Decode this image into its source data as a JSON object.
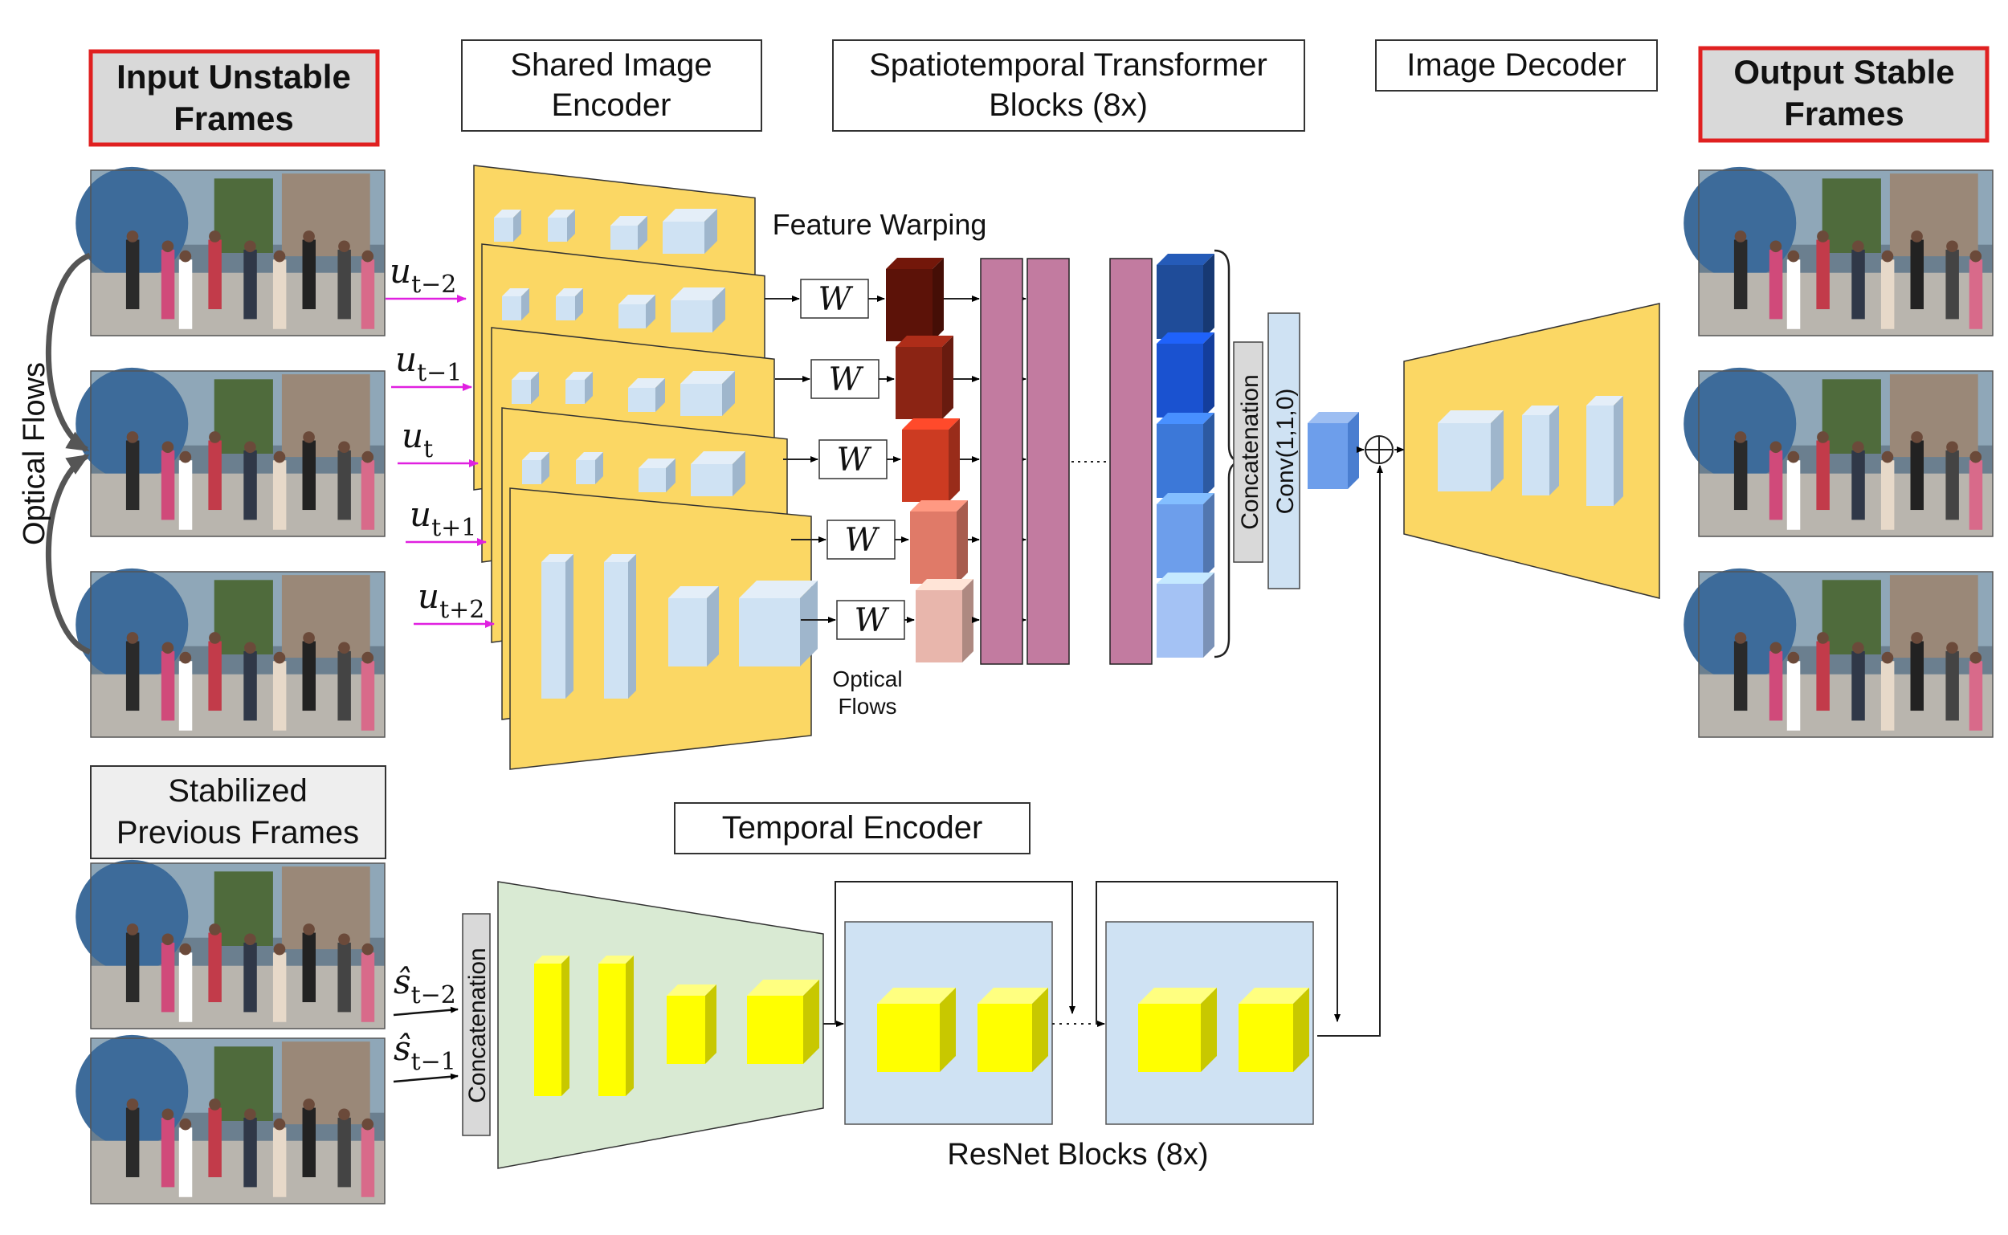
{
  "labels": {
    "input_title": "Input  Unstable\nFrames",
    "output_title": "Output  Stable\nFrames",
    "shared_encoder": "Shared Image\nEncoder",
    "transformer": "Spatiotemporal Transformer\nBlocks (8x)",
    "image_decoder": "Image Decoder",
    "feature_warping": "Feature Warping",
    "optical_flows_left": "Optical Flows",
    "optical_flows_small": "Optical\nFlows",
    "concatenation": "Concatenation",
    "conv": "Conv(1,1,0)",
    "stabilized_prev": "Stabilized\nPrevious Frames",
    "temporal_encoder": "Temporal Encoder",
    "concatenation_bottom": "Concatenation",
    "resnet_blocks": "ResNet Blocks (8x)",
    "warp_symbol": "W",
    "oplus_symbol": "⊕"
  },
  "flow_labels": [
    {
      "base": "u",
      "sub": "t−2"
    },
    {
      "base": "u",
      "sub": "t−1"
    },
    {
      "base": "u",
      "sub": "t"
    },
    {
      "base": "u",
      "sub": "t+1"
    },
    {
      "base": "u",
      "sub": "t+2"
    }
  ],
  "prev_labels": [
    {
      "base": "ŝ",
      "sub": "t−2"
    },
    {
      "base": "ŝ",
      "sub": "t−1"
    }
  ],
  "colors": {
    "accent_red": "#e02020",
    "encoder_yellow": "#fbd764",
    "temporal_green": "#d9ead3",
    "resnet_blue": "#cfe2f3",
    "transformer_pink": "#c27ba0",
    "flow_magenta": "#e020e0",
    "cube_light_blue": "#cfe2f3",
    "cube_yellow": "#ffff00",
    "warm_features": [
      "#5c1208",
      "#8b2414",
      "#cc3b22",
      "#e07a68",
      "#e8b6ac"
    ],
    "blue_features": [
      "#1f4c99",
      "#1a52d0",
      "#3c78d8",
      "#6d9eeb",
      "#a4c2f4"
    ]
  }
}
